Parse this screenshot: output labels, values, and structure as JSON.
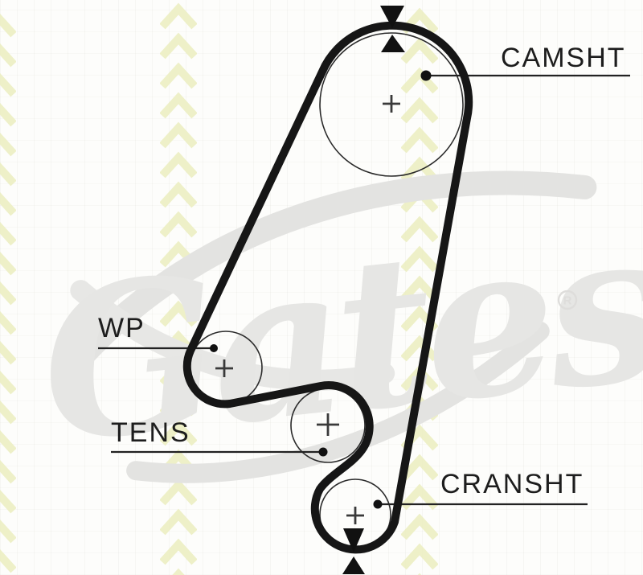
{
  "diagram": {
    "type": "timing-belt-routing-diagram",
    "labels": {
      "camshaft": "CAMSHT",
      "water_pump": "WP",
      "tensioner": "TENS",
      "crankshaft": "CRANSHT"
    },
    "watermark": {
      "brand_text": "Gates",
      "registered_mark": "R"
    },
    "icons": {
      "pulley_center_mark": "plus-cross",
      "timing_mark_top": "hourglass-triangles",
      "timing_mark_bottom": "hourglass-triangles",
      "background_motif": "chevron-up"
    },
    "colors": {
      "belt": "#161616",
      "pulley_outline": "#2b2b2b",
      "leader_line": "#222222",
      "label_text": "#1d1d1d",
      "watermark_gray": "#e6e6e4",
      "chevron_yellow": "#ecefc2",
      "background": "#fdfdfb"
    }
  }
}
